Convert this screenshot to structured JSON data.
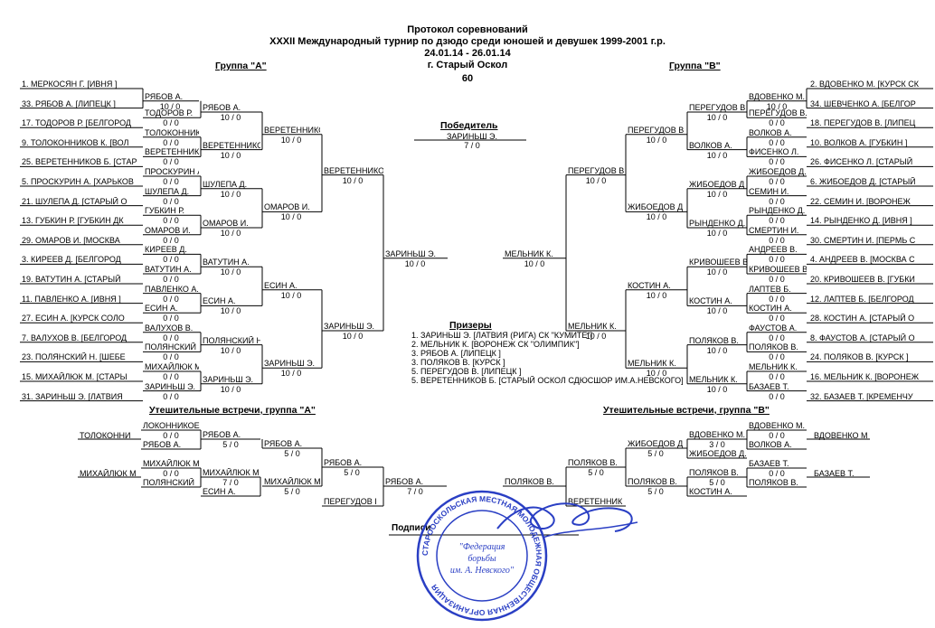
{
  "header": {
    "line1": "Протокол соревнований",
    "line2": "XXXII Международный турнир по дзюдо среди юношей и девушек 1999-2001 г.р.",
    "line3": "24.01.14 - 26.01.14",
    "line4": "г. Старый Оскол",
    "line5": "60"
  },
  "groupA": {
    "title": "Группа \"А\"",
    "entries": [
      "1. МЕРКОСЯН Г. [ИВНЯ ]",
      "33. РЯБОВ А. [ЛИПЕЦК ]",
      "17. ТОДОРОВ Р. [БЕЛГОРОД",
      "9. ТОЛОКОННИКОВ К. [ВОЛ",
      "25. ВЕРЕТЕННИКОВ Б. [СТАР",
      "5. ПРОСКУРИН А. [ХАРЬКОВ",
      "21. ШУЛЕПА Д. [СТАРЫЙ О",
      "13. ГУБКИН Р. [ГУБКИН ДК",
      "29. ОМАРОВ И. [МОСКВА ",
      "3. КИРЕЕВ Д. [БЕЛГОРОД ",
      "19. ВАТУТИН А. [СТАРЫЙ",
      "11. ПАВЛЕНКО А. [ИВНЯ ]",
      "27. ЕСИН А. [КУРСК СОЛО",
      "7. ВАЛУХОВ В. [БЕЛГОРОД",
      "23. ПОЛЯНСКИЙ Н. [ШЕБЕ",
      "15. МИХАЙЛЮК М. [СТАРЫ",
      "31. ЗАРИНЬШ Э. [ЛАТВИЯ"
    ],
    "r1": [
      {
        "name": "РЯБОВ А.",
        "score": "10 / 0"
      },
      {
        "name": "ТОДОРОВ Р.",
        "score": "0 / 0"
      },
      {
        "name": "ТОЛОКОННИКОВ",
        "score": "0 / 0"
      },
      {
        "name": "ВЕРЕТЕННИКОВ",
        "score": "0 / 0"
      },
      {
        "name": "ПРОСКУРИН А.",
        "score": "0 / 0"
      },
      {
        "name": "ШУЛЕПА Д.",
        "score": "0 / 0"
      },
      {
        "name": "ГУБКИН Р.",
        "score": "0 / 0"
      },
      {
        "name": "ОМАРОВ И.",
        "score": "0 / 0"
      },
      {
        "name": "КИРЕЕВ Д.",
        "score": "0 / 0"
      },
      {
        "name": "ВАТУТИН А.",
        "score": "0 / 0"
      },
      {
        "name": "ПАВЛЕНКО А.",
        "score": "0 / 0"
      },
      {
        "name": "ЕСИН А.",
        "score": "0 / 0"
      },
      {
        "name": "ВАЛУХОВ В.",
        "score": "0 / 0"
      },
      {
        "name": "ПОЛЯНСКИЙ Н",
        "score": "0 / 0"
      },
      {
        "name": "МИХАЙЛЮК М",
        "score": "0 / 0"
      },
      {
        "name": "ЗАРИНЬШ Э.",
        "score": "0 / 0"
      }
    ],
    "r2": [
      {
        "name": "РЯБОВ А.",
        "score": "10 / 0"
      },
      {
        "name": "ВЕРЕТЕННИКОВ",
        "score": "10 / 0"
      },
      {
        "name": "ШУЛЕПА Д.",
        "score": "10 / 0"
      },
      {
        "name": "ОМАРОВ И.",
        "score": "10 / 0"
      },
      {
        "name": "ВАТУТИН А.",
        "score": "10 / 0"
      },
      {
        "name": "ЕСИН А.",
        "score": "10 / 0"
      },
      {
        "name": "ПОЛЯНСКИЙ Н",
        "score": "10 / 0"
      },
      {
        "name": "ЗАРИНЬШ Э.",
        "score": "10 / 0"
      }
    ],
    "r3": [
      {
        "name": "ВЕРЕТЕННИКОВ",
        "score": "10 / 0"
      },
      {
        "name": "ОМАРОВ И.",
        "score": "10 / 0"
      },
      {
        "name": "ЕСИН А.",
        "score": "10 / 0"
      },
      {
        "name": "ЗАРИНЬШ Э.",
        "score": "10 / 0"
      }
    ],
    "r4": [
      {
        "name": "ВЕРЕТЕННИКОВ",
        "score": "10 / 0"
      },
      {
        "name": "ЗАРИНЬШ Э.",
        "score": "10 / 0"
      }
    ],
    "final": {
      "name": "ЗАРИНЬШ Э.",
      "score": "10 / 0"
    }
  },
  "groupB": {
    "title": "Группа \"В\"",
    "entries": [
      "2. ВДОВЕНКО М. [КУРСК СК",
      "34. ШЕВЧЕНКО А. [БЕЛГОР",
      "18. ПЕРЕГУДОВ В. [ЛИПЕЦ",
      "10. ВОЛКОВ А. [ГУБКИН ]",
      "26. ФИСЕНКО Л. [СТАРЫЙ",
      "6. ЖИБОЕДОВ Д. [СТАРЫЙ",
      "22. СЕМИН И. [ВОРОНЕЖ",
      "14. РЫНДЕНКО Д. [ИВНЯ ]",
      "30. СМЕРТИН И. [ПЕРМЬ С",
      "4. АНДРЕЕВ В. [МОСКВА С",
      "20. КРИВОШЕЕВ В. [ГУБКИ",
      "12. ЛАПТЕВ Б. [БЕЛГОРОД",
      "28. КОСТИН А. [СТАРЫЙ О",
      "8. ФАУСТОВ А. [СТАРЫЙ О",
      "24. ПОЛЯКОВ В. [КУРСК ]",
      "16. МЕЛЬНИК К. [ВОРОНЕЖ",
      "32. БАЗАЕВ Т. [КРЕМЕНЧУ"
    ],
    "r1": [
      {
        "name": "ВДОВЕНКО М.",
        "score": "10 / 0"
      },
      {
        "name": "ПЕРЕГУДОВ В.",
        "score": "0 / 0"
      },
      {
        "name": "ВОЛКОВ А.",
        "score": "0 / 0"
      },
      {
        "name": "ФИСЕНКО Л.",
        "score": "0 / 0"
      },
      {
        "name": "ЖИБОЕДОВ Д.",
        "score": "0 / 0"
      },
      {
        "name": "СЕМИН И.",
        "score": "0 / 0"
      },
      {
        "name": "РЫНДЕНКО Д.",
        "score": "0 / 0"
      },
      {
        "name": "СМЕРТИН И.",
        "score": "0 / 0"
      },
      {
        "name": "АНДРЕЕВ В.",
        "score": "0 / 0"
      },
      {
        "name": "КРИВОШЕЕВ В",
        "score": "0 / 0"
      },
      {
        "name": "ЛАПТЕВ Б.",
        "score": "0 / 0"
      },
      {
        "name": "КОСТИН А.",
        "score": "0 / 0"
      },
      {
        "name": "ФАУСТОВ А.",
        "score": "0 / 0"
      },
      {
        "name": "ПОЛЯКОВ В.",
        "score": "0 / 0"
      },
      {
        "name": "МЕЛЬНИК К.",
        "score": "0 / 0"
      },
      {
        "name": "БАЗАЕВ Т.",
        "score": "0 / 0"
      }
    ],
    "r2": [
      {
        "name": "ПЕРЕГУДОВ В",
        "score": "10 / 0"
      },
      {
        "name": "ВОЛКОВ А.",
        "score": "10 / 0"
      },
      {
        "name": "ЖИБОЕДОВ Д",
        "score": "10 / 0"
      },
      {
        "name": "РЫНДЕНКО Д.",
        "score": "10 / 0"
      },
      {
        "name": "КРИВОШЕЕВ В",
        "score": "10 / 0"
      },
      {
        "name": "КОСТИН А.",
        "score": "10 / 0"
      },
      {
        "name": "ПОЛЯКОВ В.",
        "score": "10 / 0"
      },
      {
        "name": "МЕЛЬНИК К.",
        "score": "10 / 0"
      }
    ],
    "r3": [
      {
        "name": "ПЕРЕГУДОВ В",
        "score": "10 / 0"
      },
      {
        "name": "ЖИБОЕДОВ Д",
        "score": "10 / 0"
      },
      {
        "name": "КОСТИН А.",
        "score": "10 / 0"
      },
      {
        "name": "МЕЛЬНИК К.",
        "score": "10 / 0"
      }
    ],
    "r4": [
      {
        "name": "ПЕРЕГУДОВ В",
        "score": "10 / 0"
      },
      {
        "name": "МЕЛЬНИК К.",
        "score": "10 / 0"
      }
    ],
    "final": {
      "name": "МЕЛЬНИК К.",
      "score": "10 / 0"
    }
  },
  "winner": {
    "title": "Победитель",
    "name": "ЗАРИНЬШ Э.",
    "score": "7 / 0"
  },
  "prizes": {
    "title": "Призеры",
    "lines": [
      "1. ЗАРИНЬШ Э. [ЛАТВИЯ (РИГА) СК \"КУМИТЕ\"]",
      "2. МЕЛЬНИК К. [ВОРОНЕЖ СК \"ОЛИМПИК\"]",
      "3. РЯБОВ А. [ЛИПЕЦК ]",
      "3. ПОЛЯКОВ В. [КУРСК ]",
      "5. ПЕРЕГУДОВ В. [ЛИПЕЦК ]",
      "5. ВЕРЕТЕННИКОВ Б. [СТАРЫЙ ОСКОЛ СДЮСШОР ИМ.А.НЕВСКОГО]"
    ]
  },
  "consA": {
    "title": "Утешительные встречи, группа \"А\"",
    "top_in": "ТОЛОКОННИ",
    "bot_in": "МИХАЙЛЮК М",
    "m1a": {
      "name": "ЛОКОННИКОЕ",
      "score": "0 / 0"
    },
    "m1b": {
      "name": "РЯБОВ А.",
      "score": ""
    },
    "m1w": {
      "name": "РЯБОВ А.",
      "score": "5 / 0"
    },
    "m2a": {
      "name": "МИХАЙЛЮК М",
      "score": "0 / 0"
    },
    "m2b": {
      "name": "ПОЛЯНСКИЙ",
      "score": ""
    },
    "m2w": {
      "name": "МИХАЙЛЮК М",
      "score": "7 / 0"
    },
    "m2l": {
      "name": "ЕСИН А.",
      "score": ""
    },
    "s1": {
      "name": "РЯБОВ А.",
      "score": "5 / 0"
    },
    "s2": {
      "name": "МИХАЙЛЮК М",
      "score": "5 / 0"
    },
    "s3": {
      "name": "РЯБОВ А.",
      "score": "5 / 0"
    },
    "s4": {
      "name": "ПЕРЕГУДОВ І",
      "score": ""
    },
    "final": {
      "name": "РЯБОВ А.",
      "score": "7 / 0"
    }
  },
  "consB": {
    "title": "Утешительные встречи, группа \"В\"",
    "top_in": "ВДОВЕНКО М",
    "bot_in": "БАЗАЕВ Т.",
    "m1a": {
      "name": "ВДОВЕНКО М.",
      "score": "0 / 0"
    },
    "m1b": {
      "name": "ВОЛКОВ А.",
      "score": ""
    },
    "m1w": {
      "name": "ВДОВЕНКО М.",
      "score": "3 / 0"
    },
    "m1l": {
      "name": "ЖИБОЕДОВ Д.",
      "score": ""
    },
    "m2a": {
      "name": "БАЗАЕВ Т.",
      "score": "0 / 0"
    },
    "m2b": {
      "name": "ПОЛЯКОВ В.",
      "score": ""
    },
    "m2w": {
      "name": "ПОЛЯКОВ В.",
      "score": "5 / 0"
    },
    "m2l": {
      "name": "КОСТИН А.",
      "score": ""
    },
    "s1": {
      "name": "ЖИБОЕДОВ Д",
      "score": "5 / 0"
    },
    "s2": {
      "name": "ПОЛЯКОВ В.",
      "score": "5 / 0"
    },
    "s3": {
      "name": "ПОЛЯКОВ В.",
      "score": "5 / 0"
    },
    "s4": {
      "name": "ВЕРЕТЕННИК",
      "score": ""
    },
    "final": {
      "name": "ПОЛЯКОВ В.",
      "score": ""
    }
  },
  "signature": {
    "label": "Подписи"
  },
  "stamp": {
    "ring": "СТАРООСКОЛЬСКАЯ МЕСТНАЯ МОЛОДЕЖНАЯ ОБЩЕСТВЕННАЯ ОРГАНИЗАЦИЯ",
    "l1": "\"Федерация",
    "l2": "борьбы",
    "l3": "им. А. Невского\""
  },
  "colors": {
    "ink": "#000000",
    "stamp": "#2a3fc4"
  }
}
